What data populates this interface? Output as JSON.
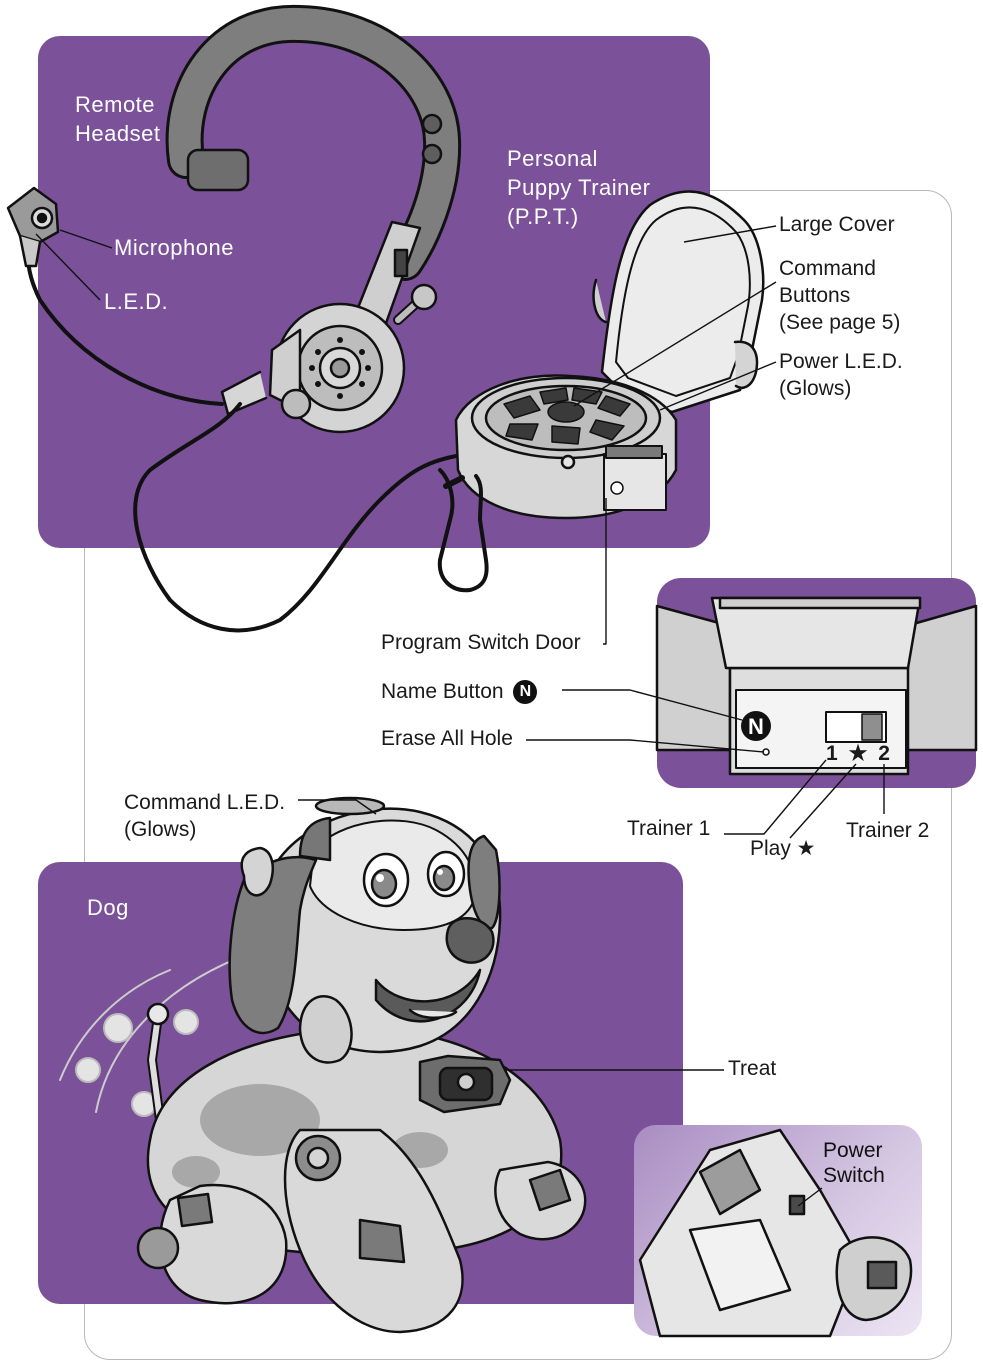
{
  "sections": {
    "headset": {
      "title": "Remote\nHeadset",
      "microphone": "Microphone",
      "led": "L.E.D."
    },
    "ppt": {
      "title": "Personal\nPuppy Trainer\n(P.P.T.)",
      "large_cover": "Large Cover",
      "command_buttons": "Command\nButtons\n(See page 5)",
      "power_led": "Power L.E.D.\n(Glows)"
    },
    "switch_panel": {
      "program_switch_door": "Program Switch Door",
      "name_button": "Name Button",
      "name_badge": "N",
      "erase_all_hole": "Erase All Hole",
      "switch_labels": [
        "1",
        "★",
        "2"
      ],
      "trainer1": "Trainer 1",
      "play": "Play ★",
      "trainer2": "Trainer 2"
    },
    "dog": {
      "title": "Dog",
      "command_led": "Command L.E.D.\n(Glows)",
      "treat": "Treat",
      "power_switch": "Power\nSwitch"
    }
  },
  "colors": {
    "purple": "#7b5199",
    "outline": "#b8b8b8",
    "lavender": "#c4b2d6"
  }
}
